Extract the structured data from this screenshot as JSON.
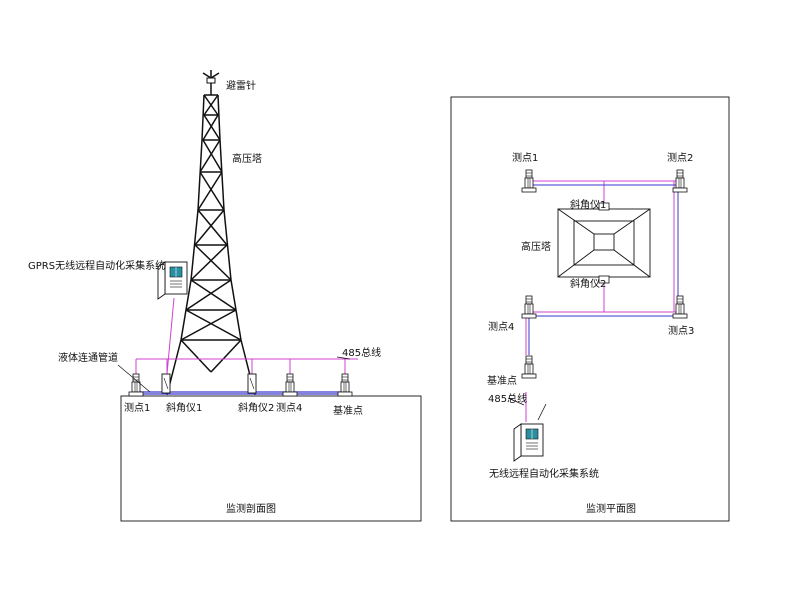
{
  "section": {
    "lightning_rod": "避雷针",
    "tower": "高压塔",
    "gprs_system": "GPRS无线远程自动化采集系统",
    "liquid_pipe": "液体连通管道",
    "bus_485": "485总线",
    "point1": "测点1",
    "inclinometer1": "斜角仪1",
    "inclinometer2": "斜角仪2",
    "point4": "测点4",
    "datum": "基准点",
    "caption": "监测剖面图"
  },
  "plan": {
    "point1": "测点1",
    "point2": "测点2",
    "point3": "测点3",
    "point4": "测点4",
    "inclinometer1": "斜角仪1",
    "inclinometer2": "斜角仪2",
    "tower": "高压塔",
    "datum": "基准点",
    "bus_485": "485总线",
    "wireless_system": "无线远程自动化采集系统",
    "caption": "监测平面图"
  },
  "colors": {
    "line": "#111111",
    "bus_line": "#d040d0",
    "pipe_line": "#3a3acc",
    "cabinet_screen": "#2a8fa0"
  }
}
